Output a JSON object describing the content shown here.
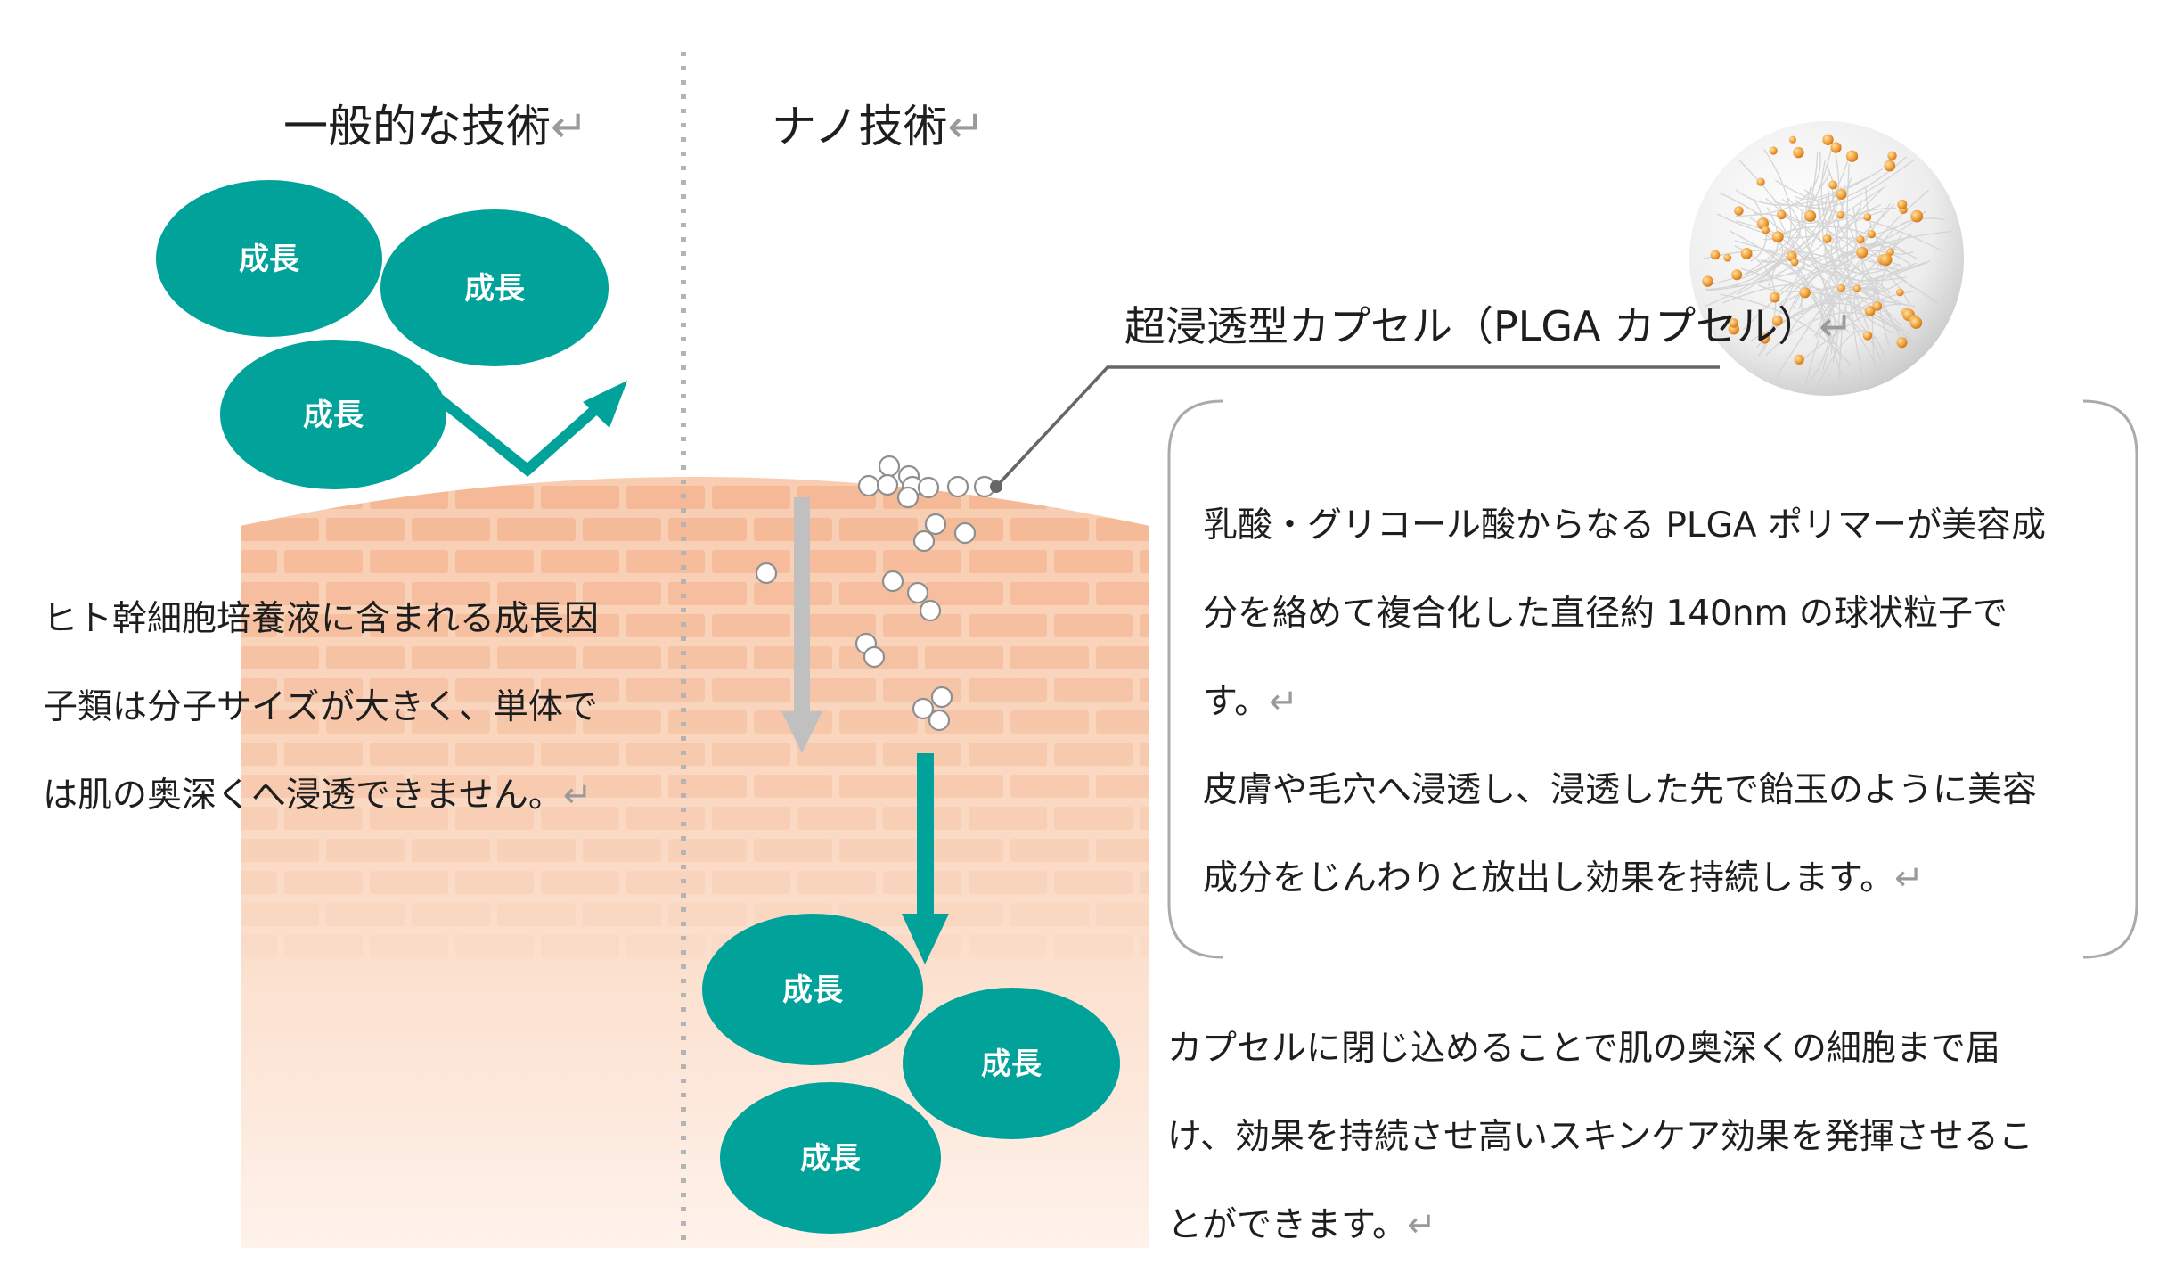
{
  "left": {
    "heading": "一般的な技術",
    "description": [
      "ヒト幹細胞培養液に含まれる成長因",
      "子類は分子サイズが大きく、単体で",
      "は肌の奥深くへ浸透できません。"
    ],
    "factor_labels": [
      "成長",
      "成長",
      "成長"
    ]
  },
  "right": {
    "heading": "ナノ技術",
    "capsule_label": "超浸透型カプセル（PLGA カプセル）",
    "box_text": [
      "乳酸・グリコール酸からなる PLGA ポリマーが美容成",
      "分を絡めて複合化した直径約 140nm の球状粒子で",
      "す。",
      "皮膚や毛穴へ浸透し、浸透した先で飴玉のように美容",
      "成分をじんわりと放出し効果を持続します。"
    ],
    "bottom_text": [
      "カプセルに閉じ込めることで肌の奥深くの細胞まで届",
      "け、効果を持続させ高いスキンケア効果を発揮させるこ",
      "とができます。"
    ],
    "factor_labels": [
      "成長",
      "成長",
      "成長"
    ]
  },
  "paragraph_mark": "↵",
  "colors": {
    "teal": "#00A29A",
    "skin": "#F8D3BC",
    "brick": "#F4B592",
    "gray_arrow": "#C0C0C0",
    "divider": "#B4B4B4",
    "capsule_dot": "#F2A23A"
  },
  "icons": [
    "paragraph-return-icon",
    "capsule-sphere-icon"
  ]
}
